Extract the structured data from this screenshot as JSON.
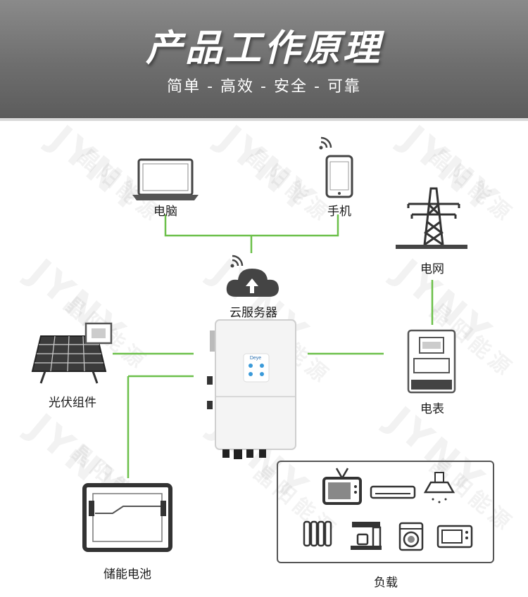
{
  "header": {
    "title": "产品工作原理",
    "subtitle": "简单 - 高效 - 安全 - 可靠"
  },
  "watermark": {
    "logo": "JYNY",
    "brand": "晶阳能源"
  },
  "nodes": {
    "laptop": "电脑",
    "phone": "手机",
    "cloud": "云服务器",
    "grid": "电网",
    "meter": "电表",
    "pv": "光伏组件",
    "battery": "储能电池",
    "loads": "负载"
  },
  "inverter_brand": "Deye",
  "colors": {
    "link_green": "#6cc04a",
    "header_gray": "#6e6e6e"
  },
  "icons": [
    "wifi-icon",
    "laptop-icon",
    "smartphone-icon",
    "cloud-upload-icon",
    "transmission-tower-icon",
    "electric-meter-icon",
    "solar-panel-icon",
    "battery-cabinet-icon",
    "inverter-icon",
    "tv-icon",
    "air-conditioner-icon",
    "range-hood-icon",
    "oil-heater-icon",
    "coffee-machine-icon",
    "washing-machine-icon",
    "microwave-icon"
  ]
}
